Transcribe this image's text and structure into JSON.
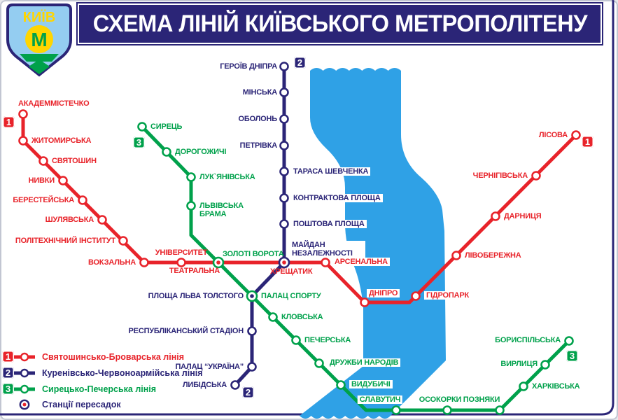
{
  "title": "СХЕМА ЛІНІЙ КИЇВСЬКОГО МЕТРОПОЛІТЕНУ",
  "logo": {
    "city": "КИЇВ",
    "metro_m": "М"
  },
  "badges": {
    "line1": "1",
    "line2": "2",
    "line3": "3"
  },
  "colors": {
    "line1_red": "#E8232A",
    "line2_navy": "#2B2577",
    "line3_green": "#00A14B",
    "water_blue": "#2FA1E6"
  },
  "lines": {
    "red": {
      "name": "Святошинсько-Броварська лінія",
      "stations": [
        "АКАДЕММІСТЕЧКО",
        "ЖИТОМИРСЬКА",
        "СВЯТОШИН",
        "НИВКИ",
        "БЕРЕСТЕЙСЬКА",
        "ШУЛЯВСЬКА",
        "ПОЛІТЕХНІЧНИЙ ІНСТИТУТ",
        "ВОКЗАЛЬНА",
        "УНІВЕРСИТЕТ",
        "ТЕАТРАЛЬНА",
        "ХРЕЩАТИК",
        "АРСЕНАЛЬНА",
        "ДНІПРО",
        "ГІДРОПАРК",
        "ЛІВОБЕРЕЖНА",
        "ДАРНИЦЯ",
        "ЧЕРНІГІВСЬКА",
        "ЛІСОВА"
      ]
    },
    "navy": {
      "name": "Куренівсько-Червоноармійська лінія",
      "stations": [
        "ГЕРОЇВ ДНІПРА",
        "МІНСЬКА",
        "ОБОЛОНЬ",
        "ПЕТРІВКА",
        "ТАРАСА ШЕВЧЕНКА",
        "КОНТРАКТОВА ПЛОЩА",
        "ПОШТОВА ПЛОЩА",
        "МАЙДАН НЕЗАЛЕЖНОСТІ",
        "ПЛОЩА ЛЬВА ТОЛСТОГО",
        "РЕСПУБЛІКАНСЬКИЙ СТАДІОН",
        "ПАЛАЦ “УКРАЇНА”",
        "ЛИБІДСЬКА"
      ]
    },
    "green": {
      "name": "Сирецько-Печерська лінія",
      "stations": [
        "СИРЕЦЬ",
        "ДОРОГОЖИЧІ",
        "ЛУК`ЯНІВСЬКА",
        "ЛЬВІВСЬКА БРАМА",
        "ЗОЛОТІ ВОРОТА",
        "ПАЛАЦ СПОРТУ",
        "КЛОВСЬКА",
        "ПЕЧЕРСЬКА",
        "ДРУЖБИ НАРОДІВ",
        "ВИДУБИЧІ",
        "СЛАВУТИЧ",
        "ОСОКОРКИ",
        "ПОЗНЯКИ",
        "ХАРКІВСЬКА",
        "ВИРЛИЦЯ",
        "БОРИСПІЛЬСЬКА"
      ]
    }
  },
  "legend": {
    "line1_label": "Святошинсько-Броварська лінія",
    "line2_label": "Куренівсько-Червоноармійська лінія",
    "line3_label": "Сирецько-Печерська лінія",
    "transfer_label": "Станції пересадок"
  }
}
